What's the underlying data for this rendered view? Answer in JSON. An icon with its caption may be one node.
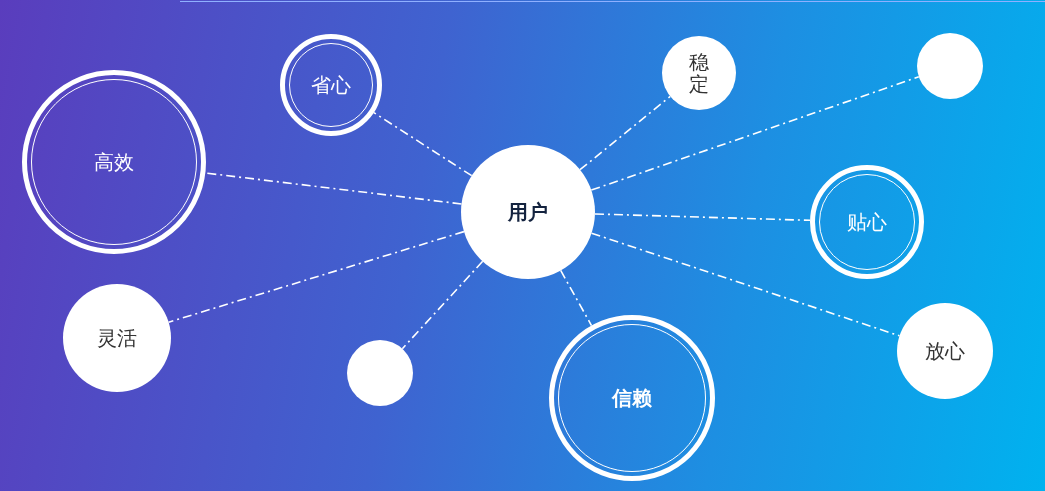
{
  "diagram": {
    "nodes": [
      {
        "text": [
          "用户"
        ]
      },
      {
        "text": [
          "高效"
        ]
      },
      {
        "text": [
          "省心"
        ]
      },
      {
        "text": [
          "稳定"
        ]
      },
      {
        "text": [],
        "shape": "circle"
      },
      {
        "text": [
          "贴心"
        ]
      },
      {
        "text": [
          "放心"
        ]
      },
      {
        "text": [
          "信赖"
        ]
      },
      {
        "text": [],
        "shape": "circle"
      },
      {
        "text": [
          "灵活"
        ]
      }
    ],
    "edges": [
      {
        "from": 0,
        "to": 1,
        "arrow": "none",
        "style": "dashed"
      },
      {
        "from": 0,
        "to": 2,
        "arrow": "none",
        "style": "dashed"
      },
      {
        "from": 0,
        "to": 3,
        "arrow": "none",
        "style": "dashed"
      },
      {
        "from": 0,
        "to": 4,
        "arrow": "none",
        "style": "dashed"
      },
      {
        "from": 0,
        "to": 5,
        "arrow": "none",
        "style": "dashed"
      },
      {
        "from": 0,
        "to": 6,
        "arrow": "none",
        "style": "dashed"
      },
      {
        "from": 0,
        "to": 7,
        "arrow": "none",
        "style": "dashed"
      },
      {
        "from": 0,
        "to": 8,
        "arrow": "none",
        "style": "dashed"
      },
      {
        "from": 0,
        "to": 9,
        "arrow": "none",
        "style": "dashed"
      }
    ]
  }
}
